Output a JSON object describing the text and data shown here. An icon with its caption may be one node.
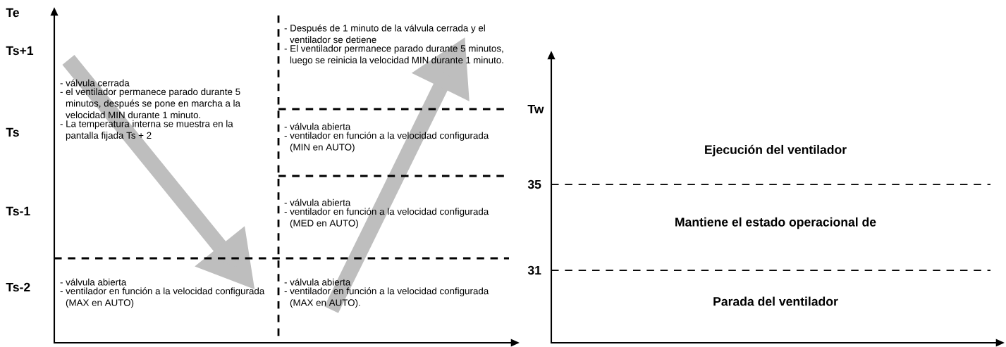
{
  "diagram": {
    "labels": [
      "Te",
      "Ts+1",
      "Ts",
      "Ts-1",
      "Ts-2",
      "- válvula cerrada",
      "- el ventilador permanece parado durante 5 minutos, después se pone en marcha a la velocidad MIN durante 1 minuto.",
      "- La temperatura interna se muestra en la pantalla fijada Ts + 2",
      "- válvula abierta",
      "- ventilador en función a la velocidad configurada (MAX en AUTO)",
      "- Después de 1 minuto de la válvula cerrada y el ventilador se detiene",
      "- El ventilador permanece parado durante 5 minutos, luego se reinicia la velocidad MIN durante 1 minuto.",
      "- válvula abierta",
      "- ventilador en función a la velocidad configurada (MIN en AUTO)",
      "- válvula abierta",
      "- ventilador en función a la velocidad configurada (MED en AUTO)",
      "- válvula abierta",
      "- ventilador en función a la velocidad configurada (MAX en AUTO).",
      "Tw",
      "35",
      "31",
      "Ejecución del ventilador",
      "Mantiene el estado operacional de",
      "Parada del ventilador"
    ]
  }
}
